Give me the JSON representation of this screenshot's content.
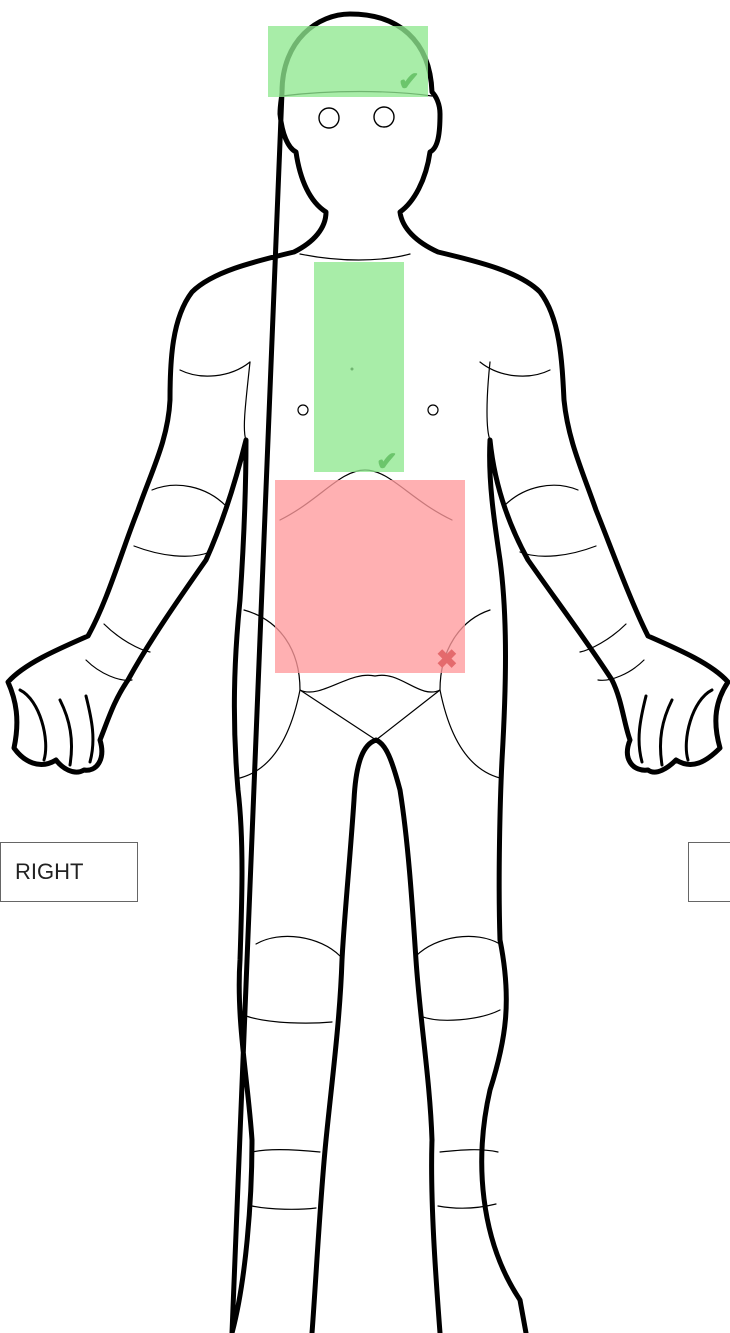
{
  "labels": {
    "right": "RIGHT",
    "left": ""
  },
  "zones": [
    {
      "name": "head",
      "state": "correct",
      "color": "#8fe88f",
      "mark": "✔"
    },
    {
      "name": "chest",
      "state": "correct",
      "color": "#8fe88f",
      "mark": "✔"
    },
    {
      "name": "abdomen",
      "state": "incorrect",
      "color": "#ff9a9c",
      "mark": "✖"
    }
  ],
  "colors": {
    "correct_mark": "#6cc56c",
    "incorrect_mark": "#e46a6d",
    "outline": "#000000"
  }
}
